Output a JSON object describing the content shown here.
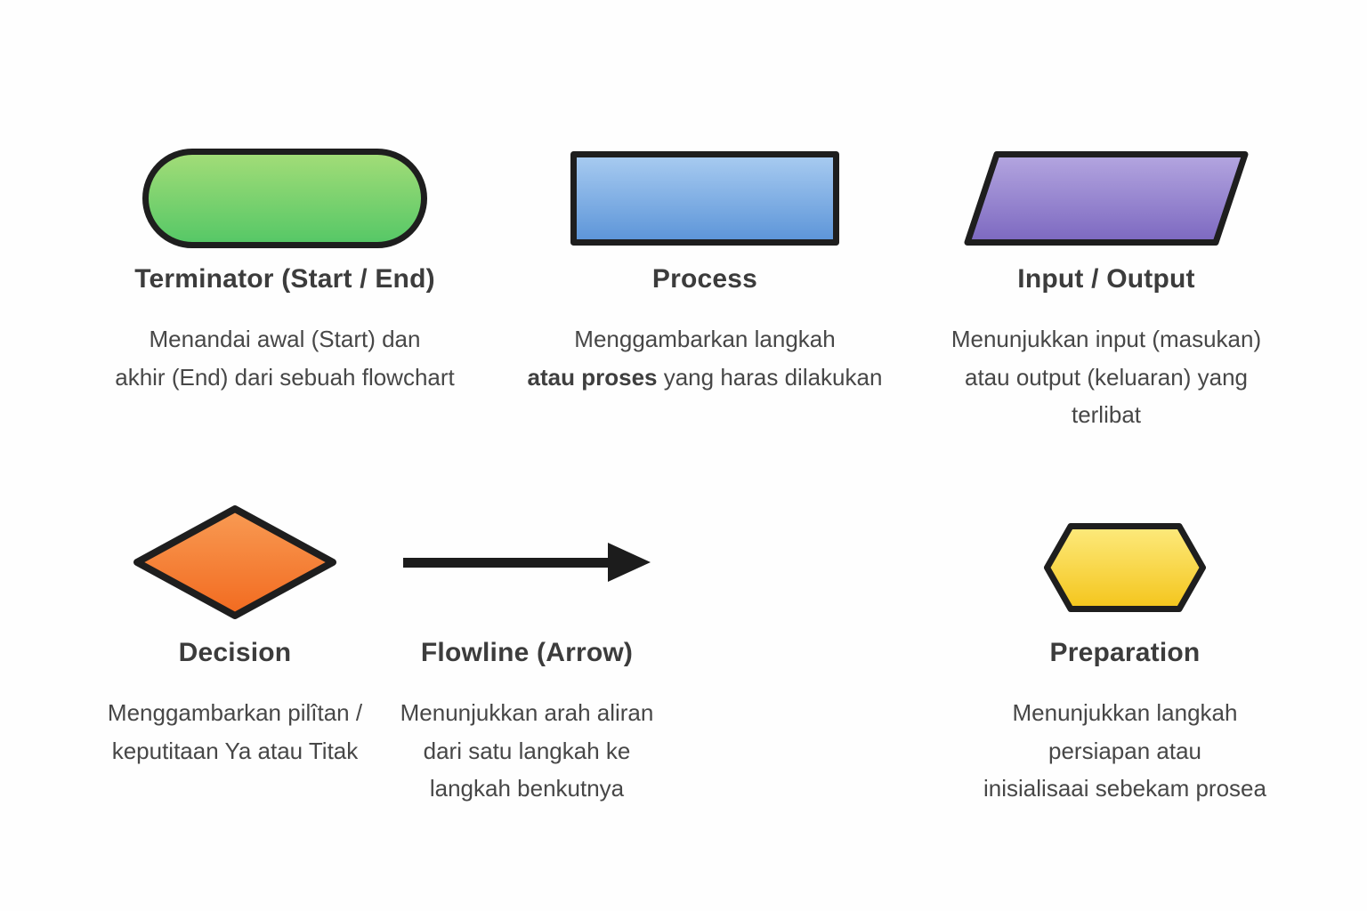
{
  "terminator": {
    "title": "Terminator (Start / End)",
    "desc": [
      "Menandai awal (Start) dan",
      "akhir (End) dari sebuah flowchart"
    ]
  },
  "process": {
    "title": "Process",
    "line1": "Menggambarkan langkah",
    "line2_bold": "atau proses",
    "line2_rest": " yang haras dilakukan"
  },
  "input_output": {
    "title": "Input / Output",
    "desc": [
      "Menunjukkan input (masukan)",
      "atau output (keluaran) yang",
      "terlibat"
    ]
  },
  "decision": {
    "title": "Decision",
    "desc": [
      "Menggambarkan pilîtan /",
      "keputitaan Ya atau Titak"
    ]
  },
  "flowline": {
    "title": "Flowline (Arrow)",
    "desc": [
      "Menunjukkan arah aliran",
      "dari satu langkah ke",
      "langkah benkutnya"
    ]
  },
  "preparation": {
    "title": "Preparation",
    "desc": [
      "Menunjukkan langkah",
      "persiapan atau",
      "inisialisaai sebekam prosea"
    ]
  },
  "colors": {
    "terminator_top": "#a4dd78",
    "terminator_bottom": "#54c766",
    "process_top": "#a9ccf1",
    "process_bottom": "#5b94d8",
    "io_top": "#b4a6e0",
    "io_bottom": "#7c68c0",
    "decision_top": "#f89b54",
    "decision_bottom": "#f26a1f",
    "preparation_top": "#fdea7d",
    "preparation_bottom": "#f4c51b",
    "shape_stroke": "#1e1e1e",
    "arrow": "#1c1c1c",
    "heading_text": "#3c3c3c",
    "body_text": "#474747"
  }
}
